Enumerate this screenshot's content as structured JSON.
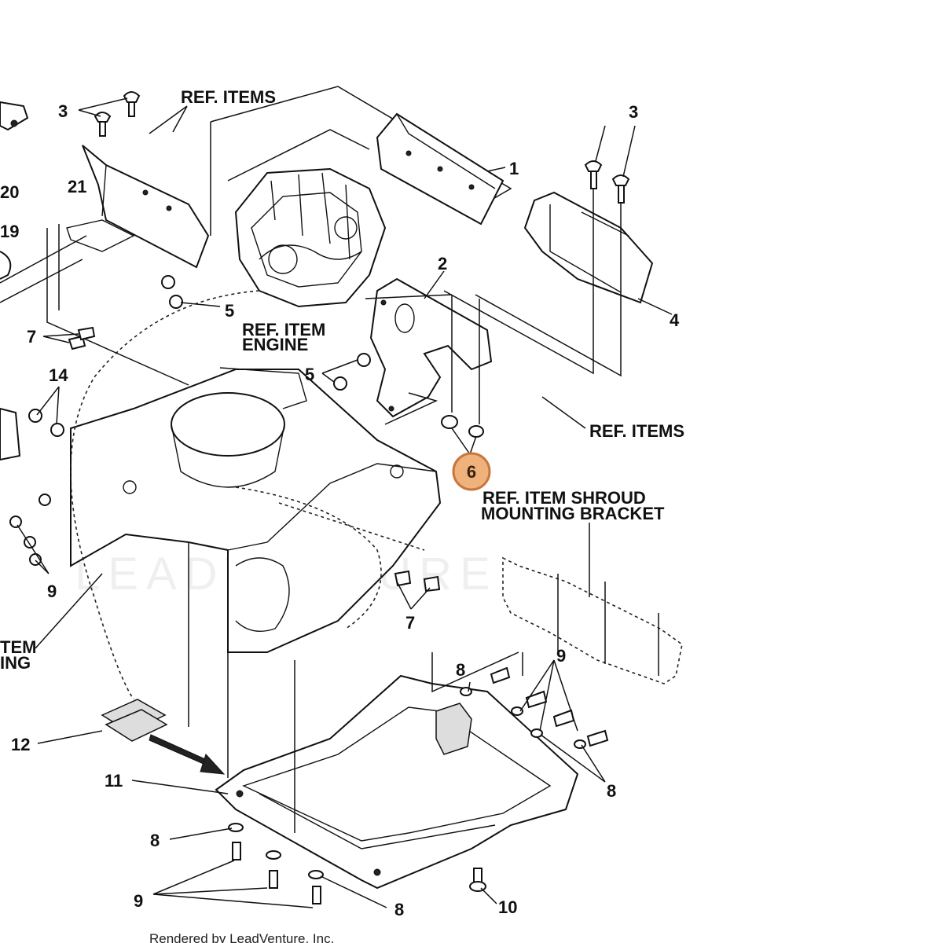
{
  "diagram": {
    "labels": {
      "ref_items_top": "REF. ITEMS",
      "ref_items_right": "REF. ITEMS",
      "ref_item_engine_1": "REF. ITEM",
      "ref_item_engine_2": "ENGINE",
      "ref_item_shroud_1": "REF. ITEM SHROUD",
      "ref_item_shroud_2": "MOUNTING BRACKET",
      "ref_item_left_1": "TEM",
      "ref_item_left_2": "ING"
    },
    "callouts": {
      "c1": "1",
      "c2": "2",
      "c3a": "3",
      "c3b": "3",
      "c4": "4",
      "c5a": "5",
      "c5b": "5",
      "c6": "6",
      "c7a": "7",
      "c7b": "7",
      "c8a": "8",
      "c8b": "8",
      "c8c": "8",
      "c8d": "8",
      "c9a": "9",
      "c9b": "9",
      "c9c": "9",
      "c10": "10",
      "c11": "11",
      "c12": "12",
      "c14": "14",
      "c19": "19",
      "c20": "20",
      "c21": "21"
    },
    "highlighted_callout": "6",
    "highlight_color": "#efb27d",
    "watermark": "LEADVENTURE",
    "footer": "Rendered by LeadVenture, Inc."
  }
}
